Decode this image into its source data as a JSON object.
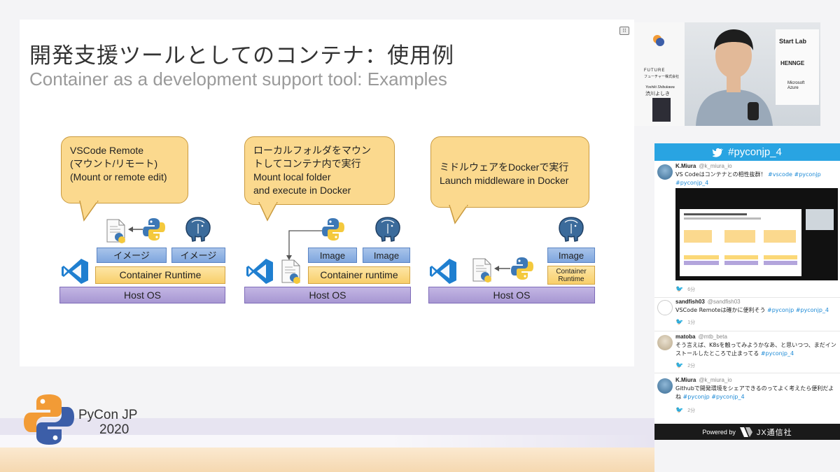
{
  "slide": {
    "title_ja": "開発支援ツールとしてのコンテナ：使用例",
    "title_en": "Container as a development support tool: Examples",
    "panels": [
      {
        "bubble_lines": [
          "VSCode Remote",
          "(マウント/リモート)",
          "(Mount or remote edit)"
        ],
        "image1": "イメージ",
        "image2": "イメージ",
        "runtime": "Container Runtime",
        "host": "Host OS"
      },
      {
        "bubble_lines": [
          "ローカルフォルダをマウン",
          "トしてコンテナ内で実行",
          "Mount local folder",
          "and execute in Docker"
        ],
        "image1": "Image",
        "image2": "Image",
        "runtime": "Container runtime",
        "host": "Host OS"
      },
      {
        "bubble_lines": [
          "ミドルウェアをDockerで実行",
          "Launch middleware in Docker"
        ],
        "image1": "Image",
        "runtime_l1": "Container",
        "runtime_l2": "Runtime",
        "host": "Host OS"
      }
    ]
  },
  "branding": {
    "logo_text": "PyCon JP",
    "year": "2020"
  },
  "video": {
    "sponsors": [
      "Start Lab",
      "HENNGE",
      "Microsoft",
      "Azure"
    ],
    "side_labels": [
      "FUTURE",
      "フューチャー株式会社",
      "Yoshiki Shibukawa",
      "渋川よしき"
    ],
    "tool_icon": "⁞⁞"
  },
  "twitter": {
    "hashtag": "#pyconjp_4",
    "powered_by": "Powered by",
    "brand": "JX通信社",
    "tweets": [
      {
        "name": "K.Miura",
        "handle": "@k_miura_io",
        "text": "VS Codeはコンテナとの相性抜群！",
        "tags": "#vscode #pyconjp #pyconjp_4",
        "time": "6分"
      },
      {
        "name": "sandfish03",
        "handle": "@sandfish03",
        "text": "VSCode Remoteは確かに便利そう",
        "tags": "#pyconjp #pyconjp_4",
        "time": "1分"
      },
      {
        "name": "matoba",
        "handle": "@mtb_beta",
        "text": "そう言えば、K8sを触ってみようかなあ、と思いつつ、まだインストールしたところで止まってる",
        "tags": "#pyconjp_4",
        "time": "2分"
      },
      {
        "name": "K.Miura",
        "handle": "@k_miura_io",
        "text": "Githubで開発環境をシェアできるのってよく考えたら便利だよね",
        "tags": "#pyconjp #pyconjp_4",
        "time": "2分"
      }
    ]
  },
  "colors": {
    "bubble": "#fbd98e",
    "image_box": "#8fb2e4",
    "runtime_box": "#fbd877",
    "host_box": "#b3a5dc",
    "twitter_blue": "#29a4e2",
    "vscode_blue": "#1f7fd0"
  }
}
